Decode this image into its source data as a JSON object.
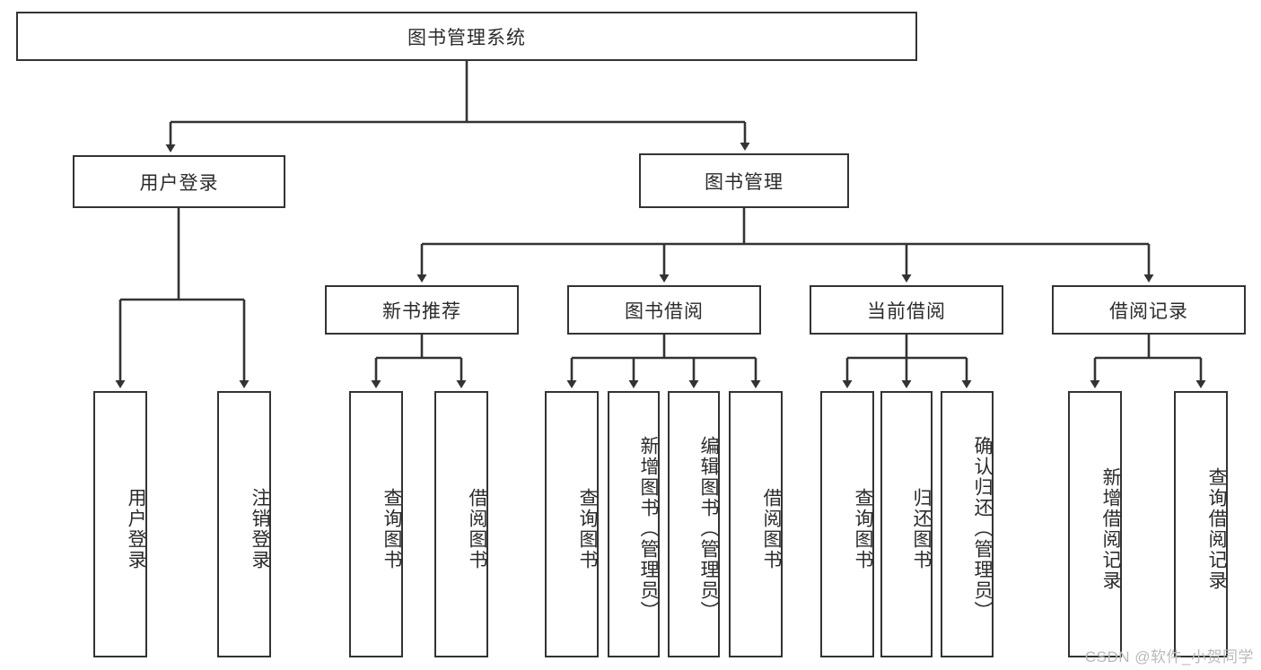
{
  "diagram": {
    "type": "tree-hierarchy",
    "title": "图书管理系统",
    "watermark": "CSDN @软件_小贺同学",
    "colors": {
      "stroke": "#333333",
      "text": "#2b2b2b",
      "background": "#ffffff",
      "watermark": "#b9b9b9"
    },
    "levels": {
      "root": {
        "label": "图书管理系统"
      },
      "level1": [
        {
          "id": "user-login",
          "label": "用户登录"
        },
        {
          "id": "book-management",
          "label": "图书管理"
        }
      ],
      "level2": [
        {
          "id": "new-book-recommend",
          "label": "新书推荐",
          "parent": "book-management"
        },
        {
          "id": "book-borrow",
          "label": "图书借阅",
          "parent": "book-management"
        },
        {
          "id": "current-borrow",
          "label": "当前借阅",
          "parent": "book-management"
        },
        {
          "id": "borrow-record",
          "label": "借阅记录",
          "parent": "book-management"
        }
      ],
      "leaves": [
        {
          "id": "leaf-user-login",
          "label": "用户登录",
          "parent": "user-login"
        },
        {
          "id": "leaf-user-logout",
          "label": "注销登录",
          "parent": "user-login"
        },
        {
          "id": "leaf-query-book-1",
          "label": "查询图书",
          "parent": "new-book-recommend"
        },
        {
          "id": "leaf-borrow-book-1",
          "label": "借阅图书",
          "parent": "new-book-recommend"
        },
        {
          "id": "leaf-query-book-2",
          "label": "查询图书",
          "parent": "book-borrow"
        },
        {
          "id": "leaf-add-book",
          "label": "新增图书（管理员）",
          "parent": "book-borrow"
        },
        {
          "id": "leaf-edit-book",
          "label": "编辑图书（管理员）",
          "parent": "book-borrow"
        },
        {
          "id": "leaf-borrow-book-2",
          "label": "借阅图书",
          "parent": "book-borrow"
        },
        {
          "id": "leaf-query-book-3",
          "label": "查询图书",
          "parent": "current-borrow"
        },
        {
          "id": "leaf-return-book",
          "label": "归还图书",
          "parent": "current-borrow"
        },
        {
          "id": "leaf-confirm-return",
          "label": "确认归还（管理员）",
          "parent": "current-borrow"
        },
        {
          "id": "leaf-add-record",
          "label": "新增借阅记录",
          "parent": "borrow-record"
        },
        {
          "id": "leaf-query-record",
          "label": "查询借阅记录",
          "parent": "borrow-record"
        }
      ]
    }
  }
}
